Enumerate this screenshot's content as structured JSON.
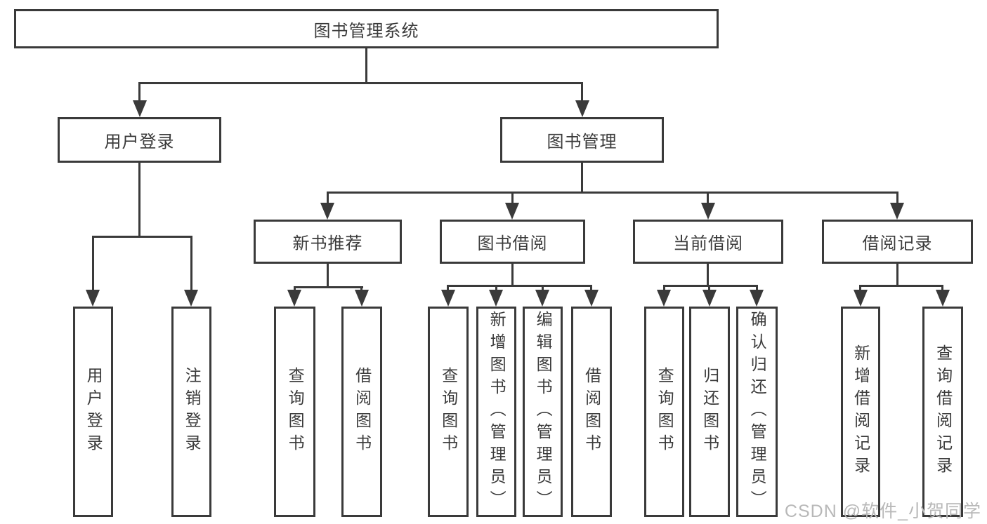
{
  "tree": {
    "root": "图书管理系统",
    "children": [
      {
        "label": "用户登录",
        "children": [
          {
            "label": "用户登录"
          },
          {
            "label": "注销登录"
          }
        ]
      },
      {
        "label": "图书管理",
        "children": [
          {
            "label": "新书推荐",
            "children": [
              {
                "label": "查询图书"
              },
              {
                "label": "借阅图书"
              }
            ]
          },
          {
            "label": "图书借阅",
            "children": [
              {
                "label": "查询图书"
              },
              {
                "label": "新增图书（管理员）"
              },
              {
                "label": "编辑图书（管理员）"
              },
              {
                "label": "借阅图书"
              }
            ]
          },
          {
            "label": "当前借阅",
            "children": [
              {
                "label": "查询图书"
              },
              {
                "label": "归还图书"
              },
              {
                "label": "确认归还（管理员）"
              }
            ]
          },
          {
            "label": "借阅记录",
            "children": [
              {
                "label": "新增借阅记录"
              },
              {
                "label": "查询借阅记录"
              }
            ]
          }
        ]
      }
    ]
  },
  "watermark": {
    "text": "CSDN @软件_小贺同学"
  },
  "colors": {
    "line": "#3a3a3a",
    "text": "#3b3b3b",
    "background": "#ffffff",
    "watermark": "#b8b8b8"
  }
}
